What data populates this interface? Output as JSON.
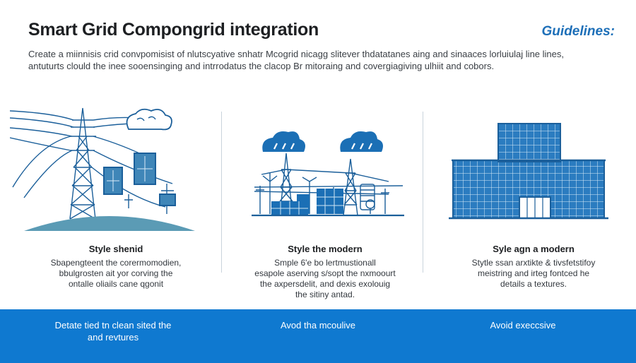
{
  "header": {
    "title": "Smart Grid Compongrid integration",
    "guidelines_label": "Guidelines:",
    "intro_lines": [
      "Create a miinnisis crid convpomisist of nlutscyative snhatr Mcogrid nicagg slitever thdatatanes aing and sinaaces lorluiulaj line lines,",
      "antuturts clould the inee sooensinging and intrrodatus the clacop Br mitoraing and covergiagiving ulhiit and cobors."
    ]
  },
  "panels": [
    {
      "title": "Style shenid",
      "lines": [
        "Sbapengteent the corermomodien,",
        "bbulgrosten ait yor corving the",
        "ontalle oliails cane qgonit"
      ]
    },
    {
      "title": "Style the modern",
      "lines": [
        "Smple 6'e bo lertmustionall",
        "esapole aserving s/sopt the nxmoourt",
        "the axpersdelit, and dexis exolouig",
        "the sitiny antad."
      ]
    },
    {
      "title": "Syle agn a modern",
      "lines": [
        "Stytle ssan arxtikte & tivsfetstifoy",
        "meistring and irteg fontced he",
        "details a textures."
      ]
    }
  ],
  "footer": {
    "items": [
      {
        "lines": [
          "Detate tied tn clean sited the",
          "and revtures"
        ]
      },
      {
        "lines": [
          "Avod tha mcoulive"
        ]
      },
      {
        "lines": [
          "Avoid execcsive"
        ]
      }
    ]
  },
  "colors": {
    "accent": "#1d6fb8",
    "footer_bg": "#0f79d0",
    "hill": "#5b9bb5",
    "line_art": "#1b5f9a"
  },
  "icons": {
    "panel_1": "transmission-tower-icon",
    "panel_2": "smart-grid-cloud-icon",
    "panel_3": "solar-building-icon"
  }
}
